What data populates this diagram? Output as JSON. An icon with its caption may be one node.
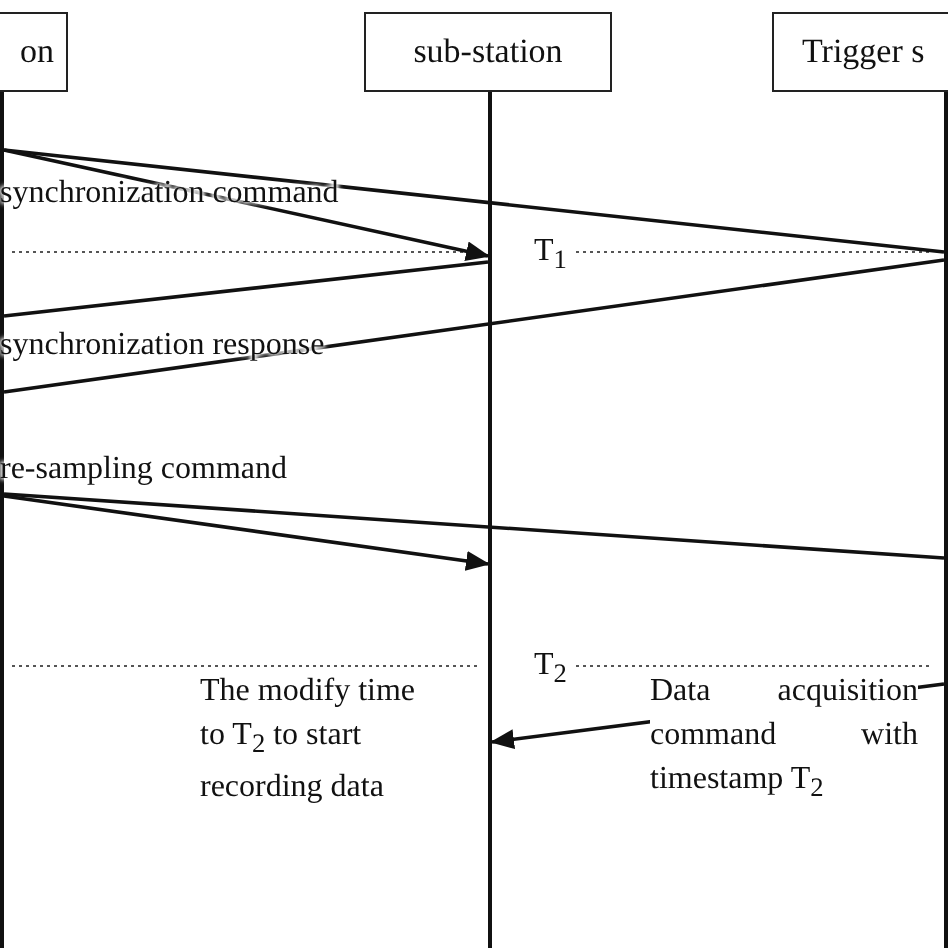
{
  "diagram": {
    "nodes": [
      {
        "text": [
          "on"
        ]
      },
      {
        "text": [
          "sub-station"
        ]
      },
      {
        "text": [
          "Trigger s"
        ]
      },
      {
        "text": [],
        "shape": "bar"
      },
      {
        "text": [],
        "shape": "bar"
      },
      {
        "text": [],
        "shape": "bar"
      }
    ],
    "edges": [
      {
        "from": 3,
        "to": 4,
        "arrow": "to"
      },
      {
        "from": 3,
        "to": 5,
        "arrow": "none"
      },
      {
        "from": 4,
        "to": 3,
        "arrow": "none"
      },
      {
        "from": 5,
        "to": 3,
        "arrow": "none"
      },
      {
        "from": 3,
        "to": 4,
        "arrow": "to"
      },
      {
        "from": 3,
        "to": 5,
        "arrow": "none"
      },
      {
        "from": 5,
        "to": 4,
        "arrow": "to"
      }
    ],
    "labels": [
      "synchronization command",
      "T$_{1}$",
      "synchronization response",
      "re-sampling command",
      "T$_{2}$",
      "The modify time to T$_{2}$ to start recording data",
      "Data acquisition command with timestamp T$_{2}$"
    ]
  }
}
